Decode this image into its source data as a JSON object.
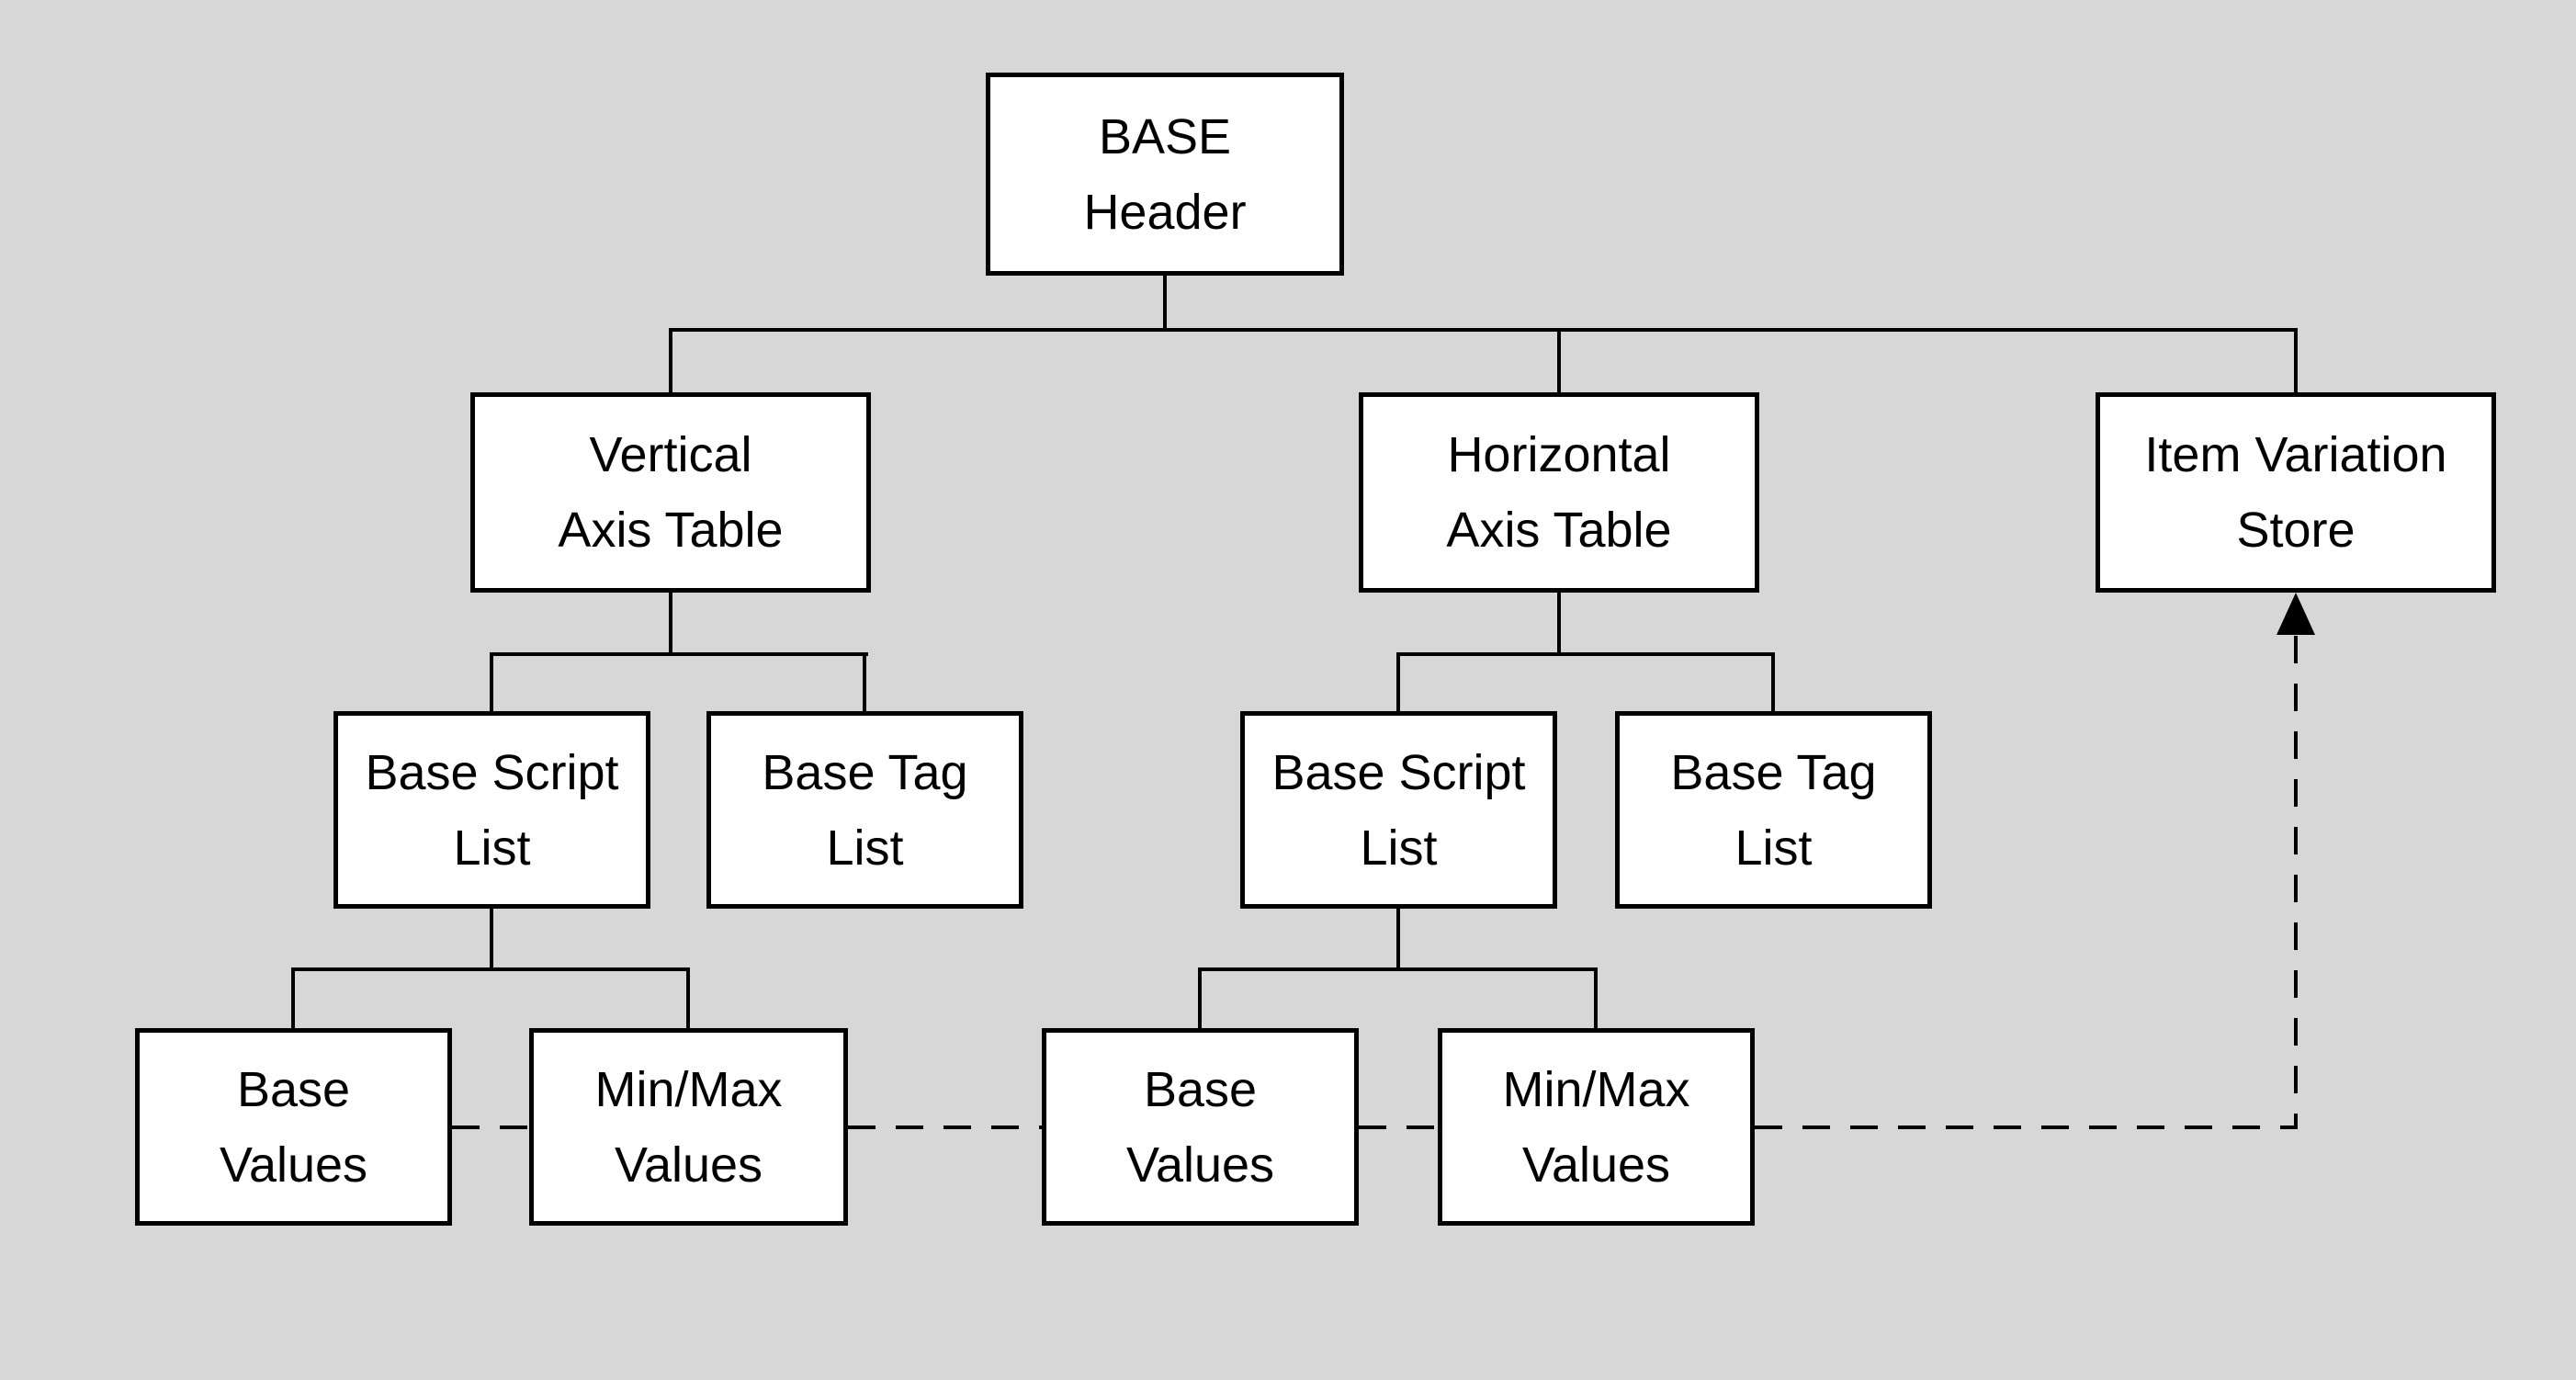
{
  "diagram": {
    "background_color": "#d7d7d7",
    "node_fill_color": "#ffffff",
    "line_color": "#000000",
    "nodes": {
      "base_header": {
        "lines": [
          "BASE",
          "Header"
        ]
      },
      "vertical_axis_table": {
        "lines": [
          "Vertical",
          "Axis Table"
        ]
      },
      "horizontal_axis_table": {
        "lines": [
          "Horizontal",
          "Axis Table"
        ]
      },
      "item_variation_store": {
        "lines": [
          "Item Variation",
          "Store"
        ]
      },
      "base_script_list_vertical": {
        "lines": [
          "Base Script",
          "List"
        ]
      },
      "base_tag_list_vertical": {
        "lines": [
          "Base Tag",
          "List"
        ]
      },
      "base_script_list_horizontal": {
        "lines": [
          "Base Script",
          "List"
        ]
      },
      "base_tag_list_horizontal": {
        "lines": [
          "Base Tag",
          "List"
        ]
      },
      "base_values_vertical": {
        "lines": [
          "Base",
          "Values"
        ]
      },
      "minmax_values_vertical": {
        "lines": [
          "Min/Max",
          "Values"
        ]
      },
      "base_values_horizontal": {
        "lines": [
          "Base",
          "Values"
        ]
      },
      "minmax_values_horizontal": {
        "lines": [
          "Min/Max",
          "Values"
        ]
      }
    },
    "edges": [
      {
        "from": "base_header",
        "to": "vertical_axis_table",
        "style": "solid"
      },
      {
        "from": "base_header",
        "to": "horizontal_axis_table",
        "style": "solid"
      },
      {
        "from": "base_header",
        "to": "item_variation_store",
        "style": "solid"
      },
      {
        "from": "vertical_axis_table",
        "to": "base_script_list_vertical",
        "style": "solid"
      },
      {
        "from": "vertical_axis_table",
        "to": "base_tag_list_vertical",
        "style": "solid"
      },
      {
        "from": "horizontal_axis_table",
        "to": "base_script_list_horizontal",
        "style": "solid"
      },
      {
        "from": "horizontal_axis_table",
        "to": "base_tag_list_horizontal",
        "style": "solid"
      },
      {
        "from": "base_script_list_vertical",
        "to": "base_values_vertical",
        "style": "solid"
      },
      {
        "from": "base_script_list_vertical",
        "to": "minmax_values_vertical",
        "style": "solid"
      },
      {
        "from": "base_script_list_horizontal",
        "to": "base_values_horizontal",
        "style": "solid"
      },
      {
        "from": "base_script_list_horizontal",
        "to": "minmax_values_horizontal",
        "style": "solid"
      },
      {
        "from": "base_values_vertical",
        "to": "minmax_values_vertical",
        "style": "dashed"
      },
      {
        "from": "minmax_values_vertical",
        "to": "base_values_horizontal",
        "style": "dashed"
      },
      {
        "from": "base_values_horizontal",
        "to": "minmax_values_horizontal",
        "style": "dashed"
      },
      {
        "from": "minmax_values_horizontal",
        "to": "item_variation_store",
        "style": "dashed-arrow"
      }
    ]
  }
}
